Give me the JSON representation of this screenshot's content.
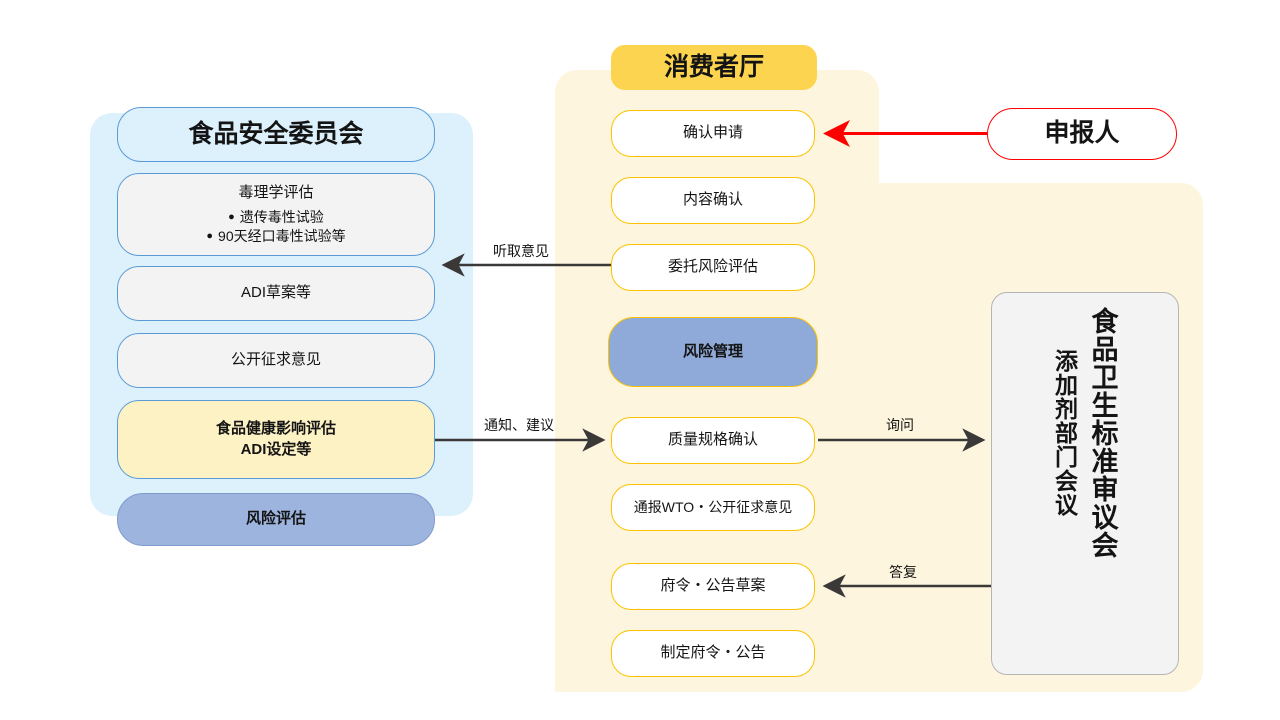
{
  "diagram": {
    "title_hidden": "",
    "panels": {
      "left": {
        "name": "food-safety-commission-panel",
        "color": "#ddf1fd"
      },
      "center": {
        "name": "consumer-affairs-agency-panel",
        "color": "#fdf5dd"
      }
    }
  },
  "left_column": {
    "header": "食品安全委员会",
    "nodes": [
      {
        "id": "toxicology",
        "heading": "毒理学评估",
        "bullets": [
          "遗传毒性试验",
          "90天经口毒性试验等"
        ]
      },
      {
        "id": "adi-draft",
        "label": "ADI草案等"
      },
      {
        "id": "public-comment",
        "label": "公开征求意见"
      },
      {
        "id": "health-impact",
        "label_line1": "食品健康影响评估",
        "label_line2": "ADI设定等"
      },
      {
        "id": "risk-assessment",
        "label": "风险评估"
      }
    ]
  },
  "center_column": {
    "header": "消费者厅",
    "nodes": [
      {
        "id": "confirm-application",
        "label": "确认申请"
      },
      {
        "id": "content-confirmation",
        "label": "内容确认"
      },
      {
        "id": "commission-risk-assessment",
        "label": "委托风险评估"
      },
      {
        "id": "risk-management",
        "label": "风险管理"
      },
      {
        "id": "quality-spec-confirmation",
        "label": "质量规格确认"
      },
      {
        "id": "wto-notification",
        "label": "通报WTO・公开征求意见"
      },
      {
        "id": "ordinance-draft",
        "label": "府令・公告草案"
      },
      {
        "id": "establish-ordinance",
        "label": "制定府令・公告"
      }
    ]
  },
  "right_column": {
    "applicant": "申报人",
    "council": {
      "line_main": "食品卫生标准审议会",
      "line_sub": "添加剂部门会议"
    }
  },
  "edges": [
    {
      "id": "hear-opinion",
      "label": "听取意见",
      "direction": "left",
      "color": "#3b3838"
    },
    {
      "id": "notice-advice",
      "label": "通知、建议",
      "direction": "right",
      "color": "#3b3838"
    },
    {
      "id": "inquiry",
      "label": "询问",
      "direction": "right",
      "color": "#3b3838"
    },
    {
      "id": "reply",
      "label": "答复",
      "direction": "left",
      "color": "#3b3838"
    },
    {
      "id": "application",
      "label": "",
      "direction": "left",
      "color": "#ff0000"
    }
  ],
  "colors": {
    "panel_blue": "#ddf1fd",
    "panel_yellow": "#fdf5dd",
    "header_yellow": "#fcd44f",
    "node_purple": "#9db4de",
    "node_yellow_fill": "#fdf2c4",
    "node_grey": "#f3f3f3",
    "border_blue": "#5b9bd5",
    "border_yellow": "#fcc200",
    "accent_red": "#ff0000",
    "arrow_dark": "#3b3838"
  }
}
